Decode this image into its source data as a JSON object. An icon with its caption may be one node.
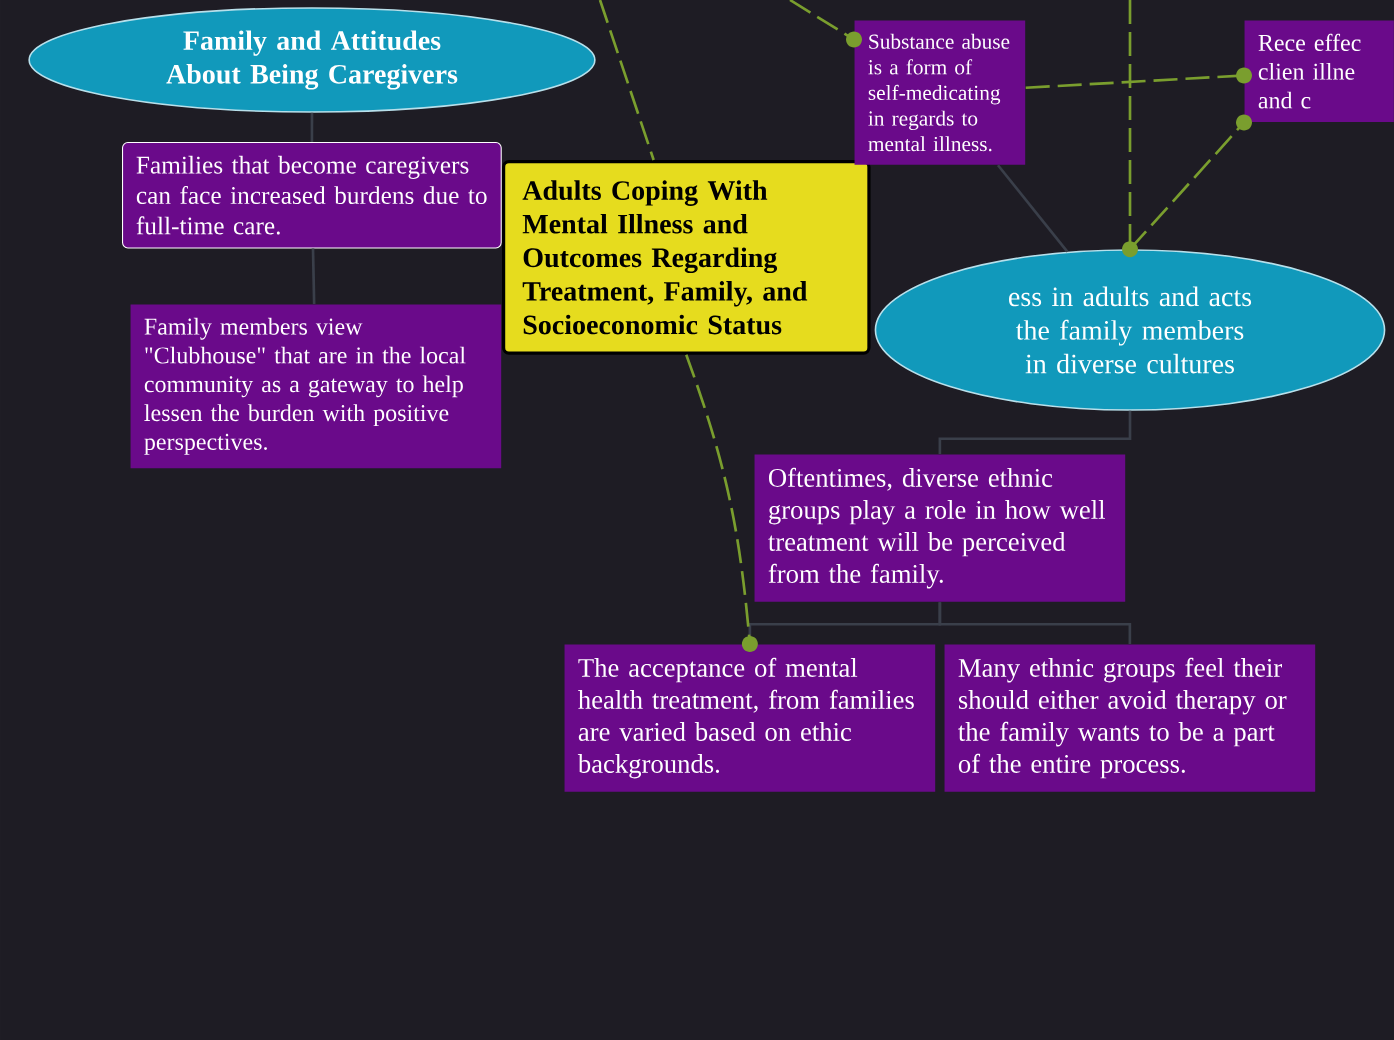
{
  "diagram": {
    "nodes": [
      {
        "text": [
          "Family and Attitudes About Being Caregivers"
        ]
      },
      {
        "text": [
          "Families that become caregivers can face increased burdens due to full-time care."
        ]
      },
      {
        "text": [
          "Family members view \"Clubhouse\" that are in the local community as a gateway to help lessen the burden with positive perspectives."
        ]
      },
      {
        "text": [
          "Adults Coping With Mental Illness and Outcomes Regarding Treatment, Family, and Socioeconomic Status"
        ]
      },
      {
        "text": [
          "Substance abuse is a form of self-medicating in regards to mental illness."
        ]
      },
      {
        "text": [
          "Rece effec clien illne and c"
        ]
      },
      {
        "text": [
          "ess in adults and acts the family members in diverse cultures"
        ]
      },
      {
        "text": [
          "Oftentimes, diverse ethnic groups play a role in how well treatment will be perceived from the family."
        ]
      },
      {
        "text": [
          "The acceptance of mental health treatment, from families are varied based on ethic backgrounds."
        ]
      },
      {
        "text": [
          "Many ethnic groups feel their should either avoid therapy or the family wants to be a part of the entire process."
        ]
      }
    ],
    "edges": [
      {
        "from": 0,
        "to": 1,
        "arrow": "none"
      },
      {
        "from": 1,
        "to": 2,
        "arrow": "none"
      },
      {
        "from": 4,
        "to": 6,
        "arrow": "none"
      },
      {
        "from": 6,
        "to": 7,
        "arrow": "none"
      },
      {
        "from": 7,
        "to": 8,
        "arrow": "none"
      },
      {
        "from": 7,
        "to": 9,
        "arrow": "none"
      },
      {
        "from": 3,
        "to": 8,
        "arrow": "other",
        "style": "dashed",
        "color": "#7a9e2e"
      },
      {
        "from": 4,
        "to": 5,
        "arrow": "other",
        "style": "dashed",
        "color": "#7a9e2e"
      },
      {
        "from": 6,
        "to": 5,
        "arrow": "other",
        "style": "dashed",
        "color": "#7a9e2e"
      },
      {
        "from": null,
        "to": 4,
        "arrow": "other",
        "style": "dashed",
        "color": "#7a9e2e"
      },
      {
        "from": null,
        "to": 6,
        "arrow": "other",
        "style": "dashed",
        "color": "#7a9e2e"
      },
      {
        "from": null,
        "to": 3,
        "arrow": "none",
        "style": "dashed",
        "color": "#7a9e2e"
      }
    ]
  }
}
